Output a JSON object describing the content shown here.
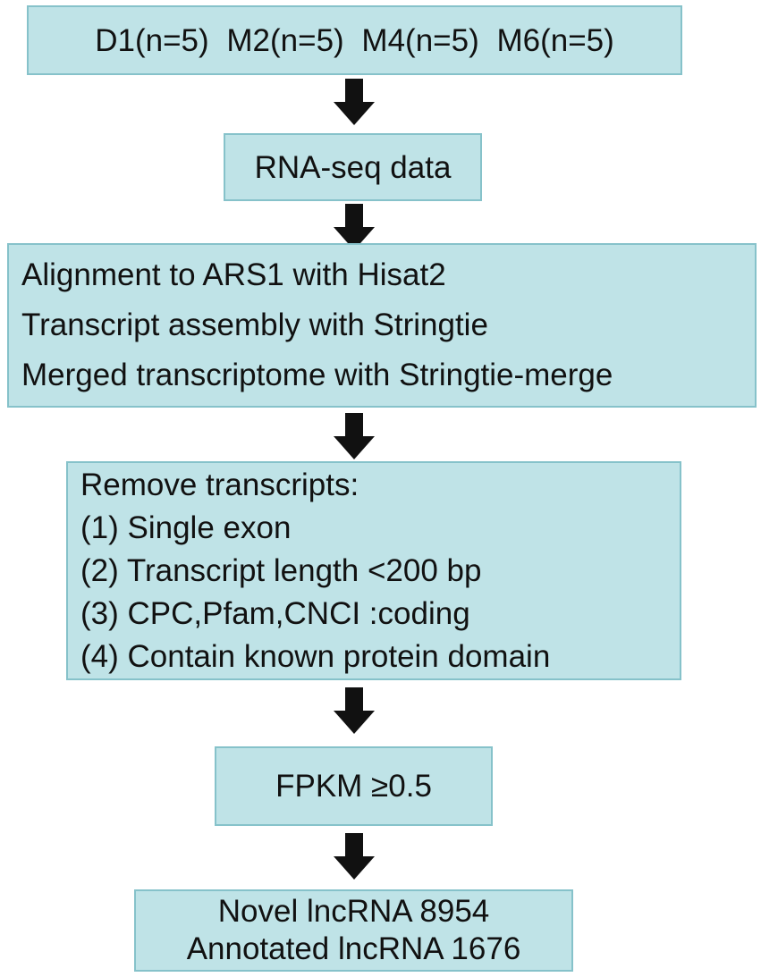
{
  "flowchart": {
    "samples_box": {
      "text": "D1(n=5) M2(n=5) M4(n=5) M6(n=5)"
    },
    "rnaseq_box": {
      "text": "RNA-seq data"
    },
    "alignment_box": {
      "lines": [
        "Alignment to ARS1 with Hisat2",
        "Transcript assembly with Stringtie",
        "Merged transcriptome with Stringtie-merge"
      ]
    },
    "filter_box": {
      "lines": [
        "Remove transcripts:",
        "(1) Single exon",
        "(2) Transcript length <200 bp",
        "(3) CPC,Pfam,CNCI :coding",
        "(4) Contain known protein domain"
      ]
    },
    "fpkm_box": {
      "text": "FPKM ≥0.5"
    },
    "result_box": {
      "lines": [
        "Novel lncRNA 8954",
        "Annotated lncRNA 1676"
      ]
    },
    "colors": {
      "box_fill": "#bfe3e7",
      "box_border": "#86c2ca",
      "arrow": "#111111",
      "text": "#111111"
    }
  }
}
